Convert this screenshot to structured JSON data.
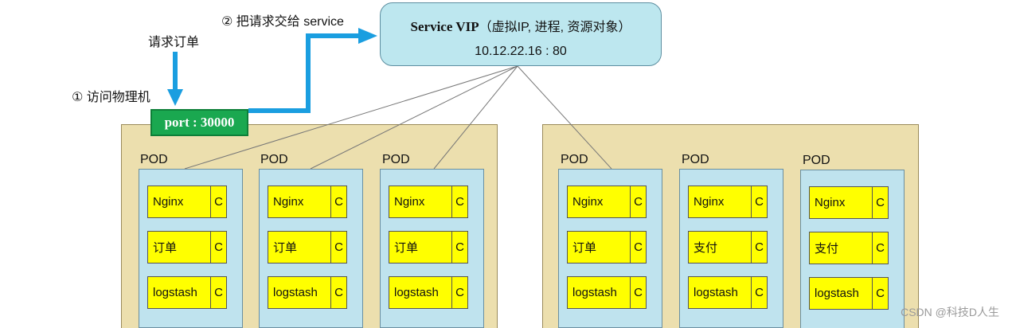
{
  "labels": {
    "step2": "② 把请求交给 service",
    "request_order": "请求订单",
    "step1": "① 访问物理机"
  },
  "vip": {
    "title_bold": "Service VIP",
    "title_rest": "（虚拟IP, 进程, 资源对象）",
    "address": "10.12.22.16 : 80"
  },
  "port_label": "port : 30000",
  "pod_label": "POD",
  "container_marker": "C",
  "nodes": [
    {
      "pods": [
        {
          "containers": [
            "Nginx",
            "订单",
            "logstash"
          ]
        },
        {
          "containers": [
            "Nginx",
            "订单",
            "logstash"
          ]
        },
        {
          "containers": [
            "Nginx",
            "订单",
            "logstash"
          ]
        }
      ]
    },
    {
      "pods": [
        {
          "containers": [
            "Nginx",
            "订单",
            "logstash"
          ]
        },
        {
          "containers": [
            "Nginx",
            "支付",
            "logstash"
          ]
        },
        {
          "containers": [
            "Nginx",
            "支付",
            "logstash"
          ]
        }
      ]
    }
  ],
  "colors": {
    "arrow": "#1a9ee0",
    "node_bg": "#ecdfae",
    "pod_bg": "#bfe3ee",
    "container_bg": "#ffff00",
    "vip_bg": "#bde7ef",
    "port_bg": "#1aa850"
  },
  "watermark": "CSDN @科技D人生"
}
